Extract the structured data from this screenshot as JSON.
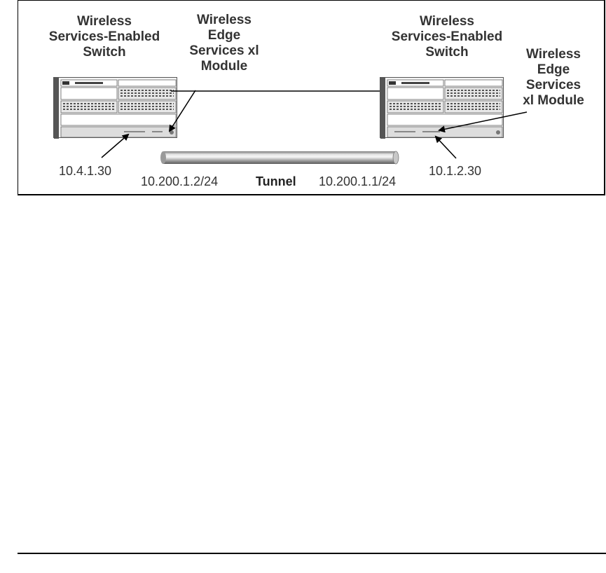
{
  "left_switch": {
    "title_lines": [
      "Wireless",
      "Services-Enabled",
      "Switch"
    ],
    "ip": "10.4.1.30"
  },
  "left_module": {
    "title_lines": [
      "Wireless",
      "Edge",
      "Services xl",
      "Module"
    ]
  },
  "right_switch": {
    "title_lines": [
      "Wireless",
      "Services-Enabled",
      "Switch"
    ],
    "ip": "10.1.2.30"
  },
  "right_module": {
    "title_lines": [
      "Wireless",
      "Edge",
      "Services",
      "xl Module"
    ]
  },
  "tunnel": {
    "label": "Tunnel",
    "left_endpoint": "10.200.1.2/24",
    "right_endpoint": "10.200.1.1/24"
  }
}
